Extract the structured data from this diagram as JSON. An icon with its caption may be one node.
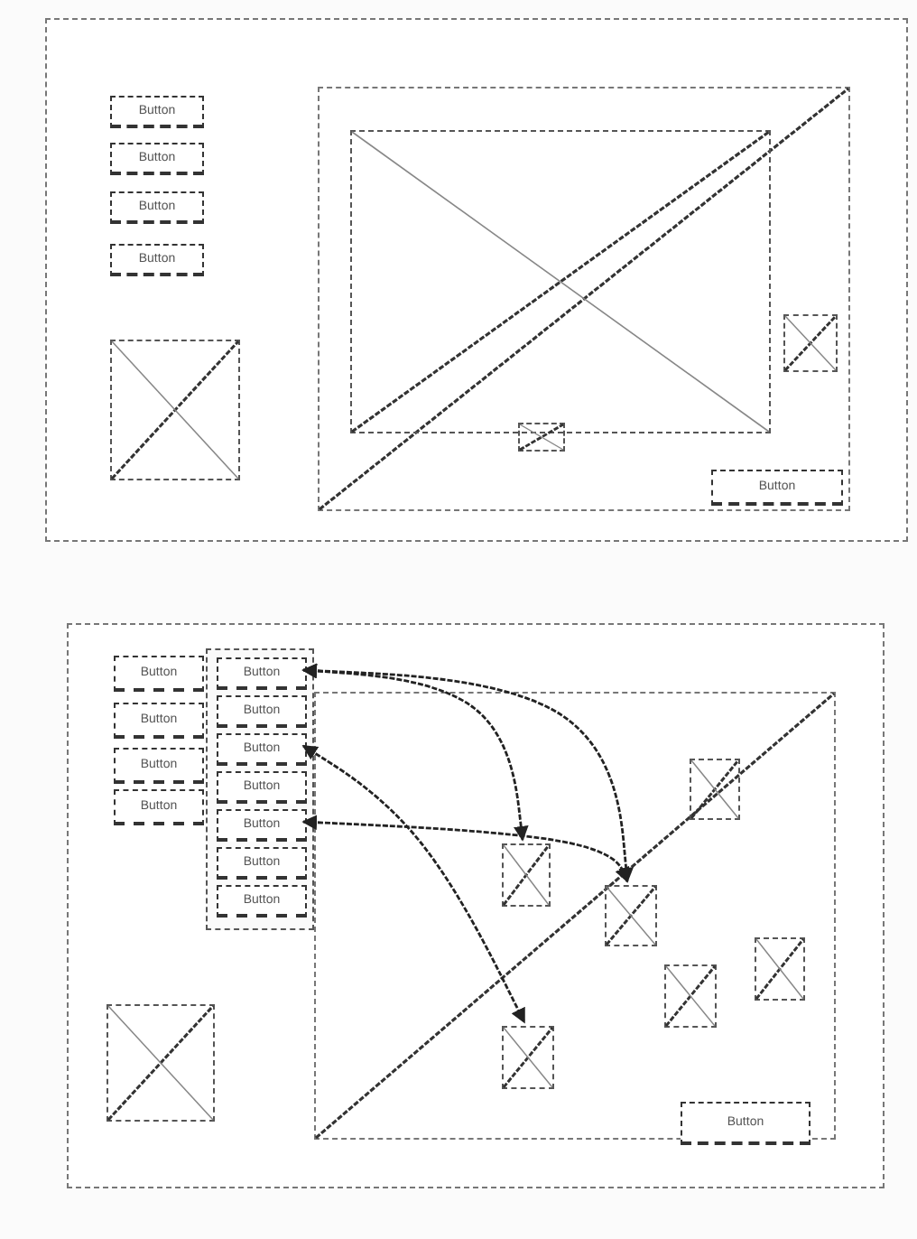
{
  "diagram": {
    "nodes": [
      {
        "text": [],
        "shape": "box"
      },
      {
        "text": [
          "Button"
        ],
        "in": 0
      },
      {
        "text": [
          "Button"
        ],
        "in": 0
      },
      {
        "text": [
          "Button"
        ],
        "in": 0
      },
      {
        "text": [
          "Button"
        ],
        "in": 0
      },
      {
        "text": [],
        "shape": "box",
        "in": 0
      },
      {
        "text": [],
        "shape": "box",
        "in": 0
      },
      {
        "text": [],
        "shape": "box",
        "in": 6
      },
      {
        "text": [],
        "shape": "box",
        "in": 6
      },
      {
        "text": [],
        "shape": "box",
        "in": 6
      },
      {
        "text": [
          "Button"
        ],
        "in": 6
      },
      {
        "text": [],
        "shape": "box"
      },
      {
        "text": [
          "Button"
        ],
        "in": 11
      },
      {
        "text": [
          "Button"
        ],
        "in": 11
      },
      {
        "text": [
          "Button"
        ],
        "in": 11
      },
      {
        "text": [
          "Button"
        ],
        "in": 11
      },
      {
        "text": [],
        "shape": "box",
        "in": 11
      },
      {
        "text": [
          "Button"
        ],
        "in": 16
      },
      {
        "text": [
          "Button"
        ],
        "in": 16
      },
      {
        "text": [
          "Button"
        ],
        "in": 16
      },
      {
        "text": [
          "Button"
        ],
        "in": 16
      },
      {
        "text": [
          "Button"
        ],
        "in": 16
      },
      {
        "text": [
          "Button"
        ],
        "in": 16
      },
      {
        "text": [
          "Button"
        ],
        "in": 16
      },
      {
        "text": [],
        "shape": "box",
        "in": 11
      },
      {
        "text": [],
        "shape": "box",
        "in": 11
      },
      {
        "text": [],
        "shape": "box",
        "in": 25
      },
      {
        "text": [],
        "shape": "box",
        "in": 25
      },
      {
        "text": [],
        "shape": "box",
        "in": 25
      },
      {
        "text": [],
        "shape": "box",
        "in": 25
      },
      {
        "text": [],
        "shape": "box",
        "in": 25
      },
      {
        "text": [],
        "shape": "box",
        "in": 25
      },
      {
        "text": [
          "Button"
        ],
        "in": 25
      }
    ],
    "edges": [
      {
        "from": 17,
        "to": 27,
        "arrow": "both"
      },
      {
        "from": 17,
        "to": 28,
        "arrow": "both"
      },
      {
        "from": 19,
        "to": 31,
        "arrow": "both"
      },
      {
        "from": 21,
        "to": 28,
        "arrow": "both"
      }
    ]
  }
}
